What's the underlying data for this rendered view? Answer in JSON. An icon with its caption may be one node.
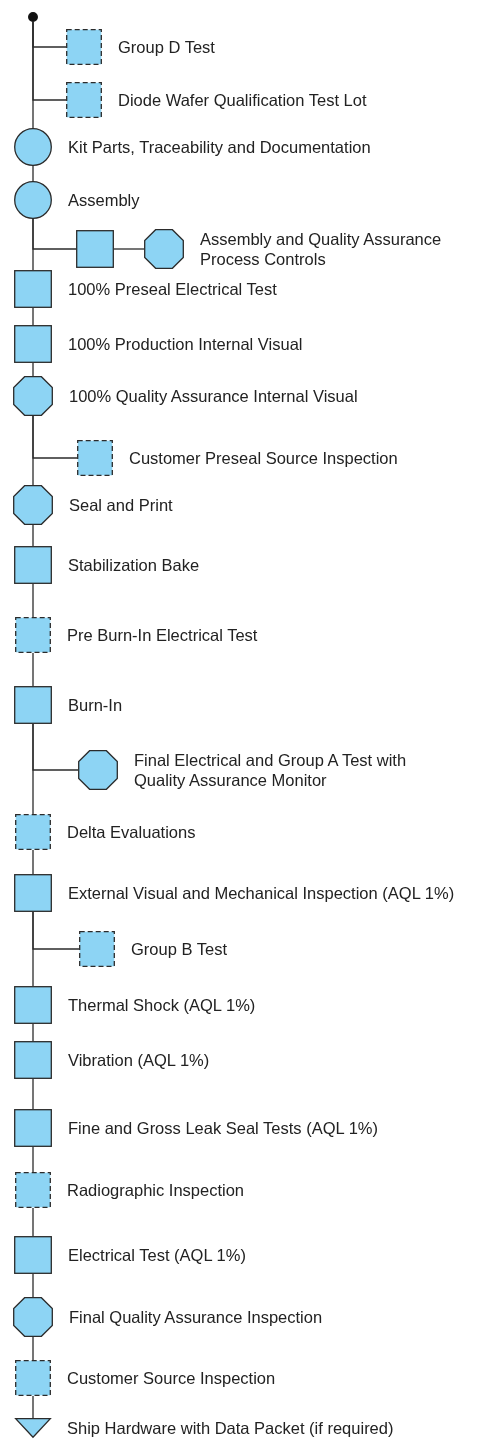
{
  "diagram": {
    "nodes": [
      {
        "text": [],
        "shape": "circle"
      },
      {
        "text": [],
        "shape": "box",
        "beside": [
          "Group D Test"
        ]
      },
      {
        "text": [],
        "shape": "box",
        "beside": [
          "Diode Wafer Qualification Test Lot"
        ]
      },
      {
        "text": [],
        "shape": "circle",
        "beside": [
          "Kit Parts, Traceability and Documentation"
        ]
      },
      {
        "text": [],
        "shape": "circle",
        "beside": [
          "Assembly"
        ]
      },
      {
        "text": [],
        "shape": "box"
      },
      {
        "text": [],
        "shape": "octagon",
        "beside": [
          "Assembly and Quality Assurance Process Controls"
        ]
      },
      {
        "text": [],
        "shape": "box",
        "beside": [
          "100% Preseal Electrical Test"
        ]
      },
      {
        "text": [],
        "shape": "box",
        "beside": [
          "100% Production Internal Visual"
        ]
      },
      {
        "text": [],
        "shape": "octagon",
        "beside": [
          "100% Quality Assurance Internal Visual"
        ]
      },
      {
        "text": [],
        "shape": "box",
        "beside": [
          "Customer Preseal Source Inspection"
        ]
      },
      {
        "text": [],
        "shape": "octagon",
        "beside": [
          "Seal and Print"
        ]
      },
      {
        "text": [],
        "shape": "box",
        "beside": [
          "Stabilization Bake"
        ]
      },
      {
        "text": [],
        "shape": "box",
        "beside": [
          "Pre Burn-In Electrical Test"
        ]
      },
      {
        "text": [],
        "shape": "box",
        "beside": [
          "Burn-In"
        ]
      },
      {
        "text": [],
        "shape": "octagon",
        "beside": [
          "Final Electrical and Group A Test with Quality Assurance Monitor"
        ]
      },
      {
        "text": [],
        "shape": "box",
        "beside": [
          "Delta Evaluations"
        ]
      },
      {
        "text": [],
        "shape": "box",
        "beside": [
          "External Visual and Mechanical Inspection (AQL 1%)"
        ]
      },
      {
        "text": [],
        "shape": "box",
        "beside": [
          "Group B Test"
        ]
      },
      {
        "text": [],
        "shape": "box",
        "beside": [
          "Thermal Shock (AQL 1%)"
        ]
      },
      {
        "text": [],
        "shape": "box",
        "beside": [
          "Vibration (AQL 1%)"
        ]
      },
      {
        "text": [],
        "shape": "box",
        "beside": [
          "Fine and Gross Leak Seal Tests (AQL 1%)"
        ]
      },
      {
        "text": [],
        "shape": "box",
        "beside": [
          "Radiographic Inspection"
        ]
      },
      {
        "text": [],
        "shape": "box",
        "beside": [
          "Electrical Test (AQL 1%)"
        ]
      },
      {
        "text": [],
        "shape": "octagon",
        "beside": [
          "Final Quality Assurance Inspection"
        ]
      },
      {
        "text": [],
        "shape": "box",
        "beside": [
          "Customer Source Inspection"
        ]
      },
      {
        "text": [],
        "shape": "triangle",
        "beside": [
          "Ship Hardware with Data Packet (if required)"
        ]
      }
    ],
    "edges": [
      {
        "from": 0,
        "to": 1,
        "arrow": "none"
      },
      {
        "from": 0,
        "to": 2,
        "arrow": "none"
      },
      {
        "from": 0,
        "to": 3,
        "arrow": "none"
      },
      {
        "from": 3,
        "to": 4,
        "arrow": "none"
      },
      {
        "from": 4,
        "to": 5,
        "arrow": "none"
      },
      {
        "from": 5,
        "to": 6,
        "arrow": "none"
      },
      {
        "from": 4,
        "to": 7,
        "arrow": "none"
      },
      {
        "from": 7,
        "to": 8,
        "arrow": "none"
      },
      {
        "from": 8,
        "to": 9,
        "arrow": "none"
      },
      {
        "from": 9,
        "to": 10,
        "arrow": "none"
      },
      {
        "from": 9,
        "to": 11,
        "arrow": "none"
      },
      {
        "from": 11,
        "to": 12,
        "arrow": "none"
      },
      {
        "from": 12,
        "to": 13,
        "arrow": "none"
      },
      {
        "from": 13,
        "to": 14,
        "arrow": "none"
      },
      {
        "from": 14,
        "to": 15,
        "arrow": "none"
      },
      {
        "from": 14,
        "to": 16,
        "arrow": "none"
      },
      {
        "from": 16,
        "to": 17,
        "arrow": "none"
      },
      {
        "from": 17,
        "to": 18,
        "arrow": "none"
      },
      {
        "from": 17,
        "to": 19,
        "arrow": "none"
      },
      {
        "from": 19,
        "to": 20,
        "arrow": "none"
      },
      {
        "from": 20,
        "to": 21,
        "arrow": "none"
      },
      {
        "from": 21,
        "to": 22,
        "arrow": "none"
      },
      {
        "from": 22,
        "to": 23,
        "arrow": "none"
      },
      {
        "from": 23,
        "to": 24,
        "arrow": "none"
      },
      {
        "from": 24,
        "to": 25,
        "arrow": "none"
      },
      {
        "from": 25,
        "to": 26,
        "arrow": "none"
      }
    ]
  }
}
